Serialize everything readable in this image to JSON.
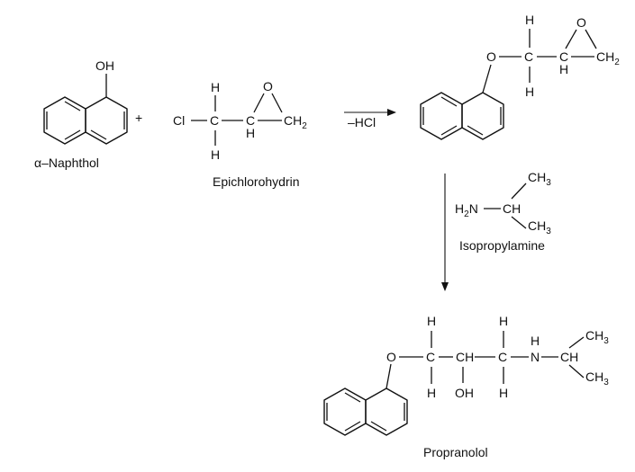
{
  "reagents": {
    "naphthol_label": "α–Naphthol",
    "naphthol_oh": "OH",
    "plus": "+",
    "epichlorohydrin_label": "Epichlorohydrin"
  },
  "step1": {
    "condition": "–HCl"
  },
  "step2": {
    "reagent_label": "Isopropylamine"
  },
  "product": {
    "label": "Propranolol"
  },
  "atoms": {
    "H": "H",
    "O": "O",
    "Cl": "Cl",
    "C": "C",
    "CH": "CH",
    "CH2_main": "CH",
    "CH2_sub": "2",
    "CH3_main": "CH",
    "CH3_sub": "3",
    "H2N_main": "H",
    "H2N_sub": "2",
    "N": "N",
    "OH": "OH"
  }
}
